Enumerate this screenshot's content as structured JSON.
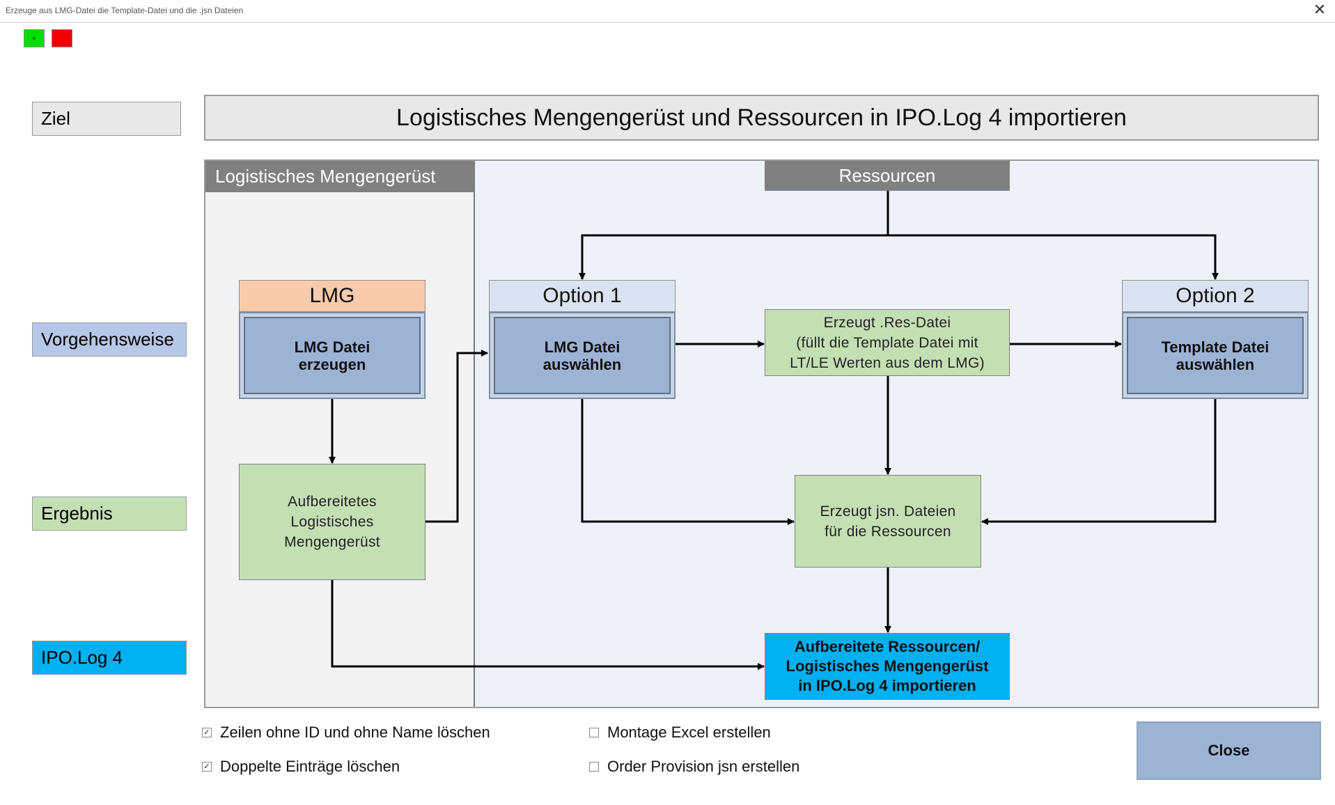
{
  "window": {
    "title": "Erzeuge aus LMG-Datei die Template-Datei und die .jsn Dateien",
    "close_glyph": "✕"
  },
  "toolbar": {
    "green_button_glyph": "+"
  },
  "row_labels": {
    "ziel": "Ziel",
    "vorgehensweise": "Vorgehensweise",
    "ergebnis": "Ergebnis",
    "ipo": "IPO.Log 4"
  },
  "headline": "Logistisches Mengengerüst und Ressourcen in IPO.Log 4 importieren",
  "sections": {
    "lmg": "Logistisches Mengengerüst",
    "ressourcen": "Ressourcen"
  },
  "tabs": {
    "lmg": "LMG",
    "option1": "Option 1",
    "option2": "Option 2"
  },
  "actions": {
    "lmg_erzeugen": [
      "LMG Datei",
      "erzeugen"
    ],
    "lmg_auswaehlen": [
      "LMG Datei",
      "auswählen"
    ],
    "template_auswaehlen": [
      "Template Datei",
      "auswählen"
    ]
  },
  "results": {
    "res_datei": [
      "Erzeugt .Res-Datei",
      "(füllt die Template Datei mit",
      "LT/LE Werten aus dem LMG)"
    ],
    "aufbereitet": [
      "Aufbereitetes",
      "Logistisches",
      "Mengengerüst"
    ],
    "jsn": [
      "Erzeugt jsn. Dateien",
      "für die Ressourcen"
    ],
    "import": [
      "Aufbereitete Ressourcen/",
      "Logistisches Mengengerüst",
      "in IPO.Log 4 importieren"
    ]
  },
  "checkboxes": [
    {
      "label": "Zeilen ohne ID und ohne Name löschen",
      "checked": true,
      "glyph": "✓"
    },
    {
      "label": "Doppelte Einträge löschen",
      "checked": true,
      "glyph": "✓"
    },
    {
      "label": "Montage Excel erstellen",
      "checked": false,
      "glyph": ""
    },
    {
      "label": "Order Provision jsn erstellen",
      "checked": false,
      "glyph": ""
    }
  ],
  "close_button": "Close",
  "colors": {
    "ziel": "#e8e8e8",
    "vorgehensweise": "#b7c7e7",
    "ergebnis": "#c5dfb5",
    "ipo": "#00b0f0",
    "lmg_tab": "#f8cbad",
    "option_tab": "#dbe3f2",
    "action_button": "#9db3d4",
    "section_header": "#808080"
  }
}
